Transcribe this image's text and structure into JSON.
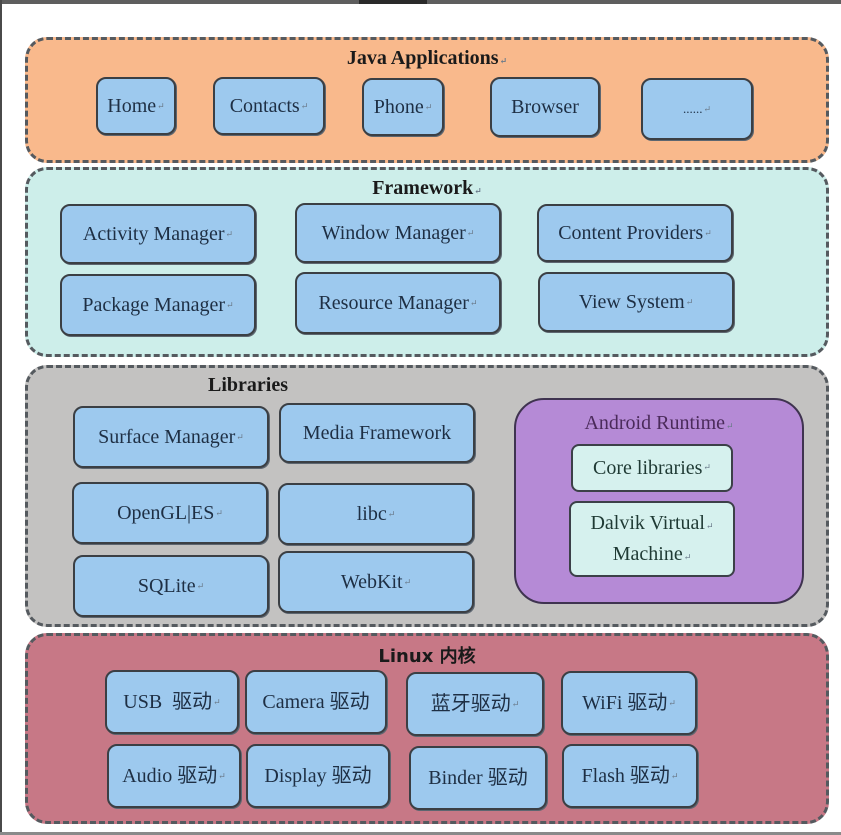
{
  "diagram": {
    "title": "Android System Architecture",
    "layers": {
      "apps": {
        "title": "Java Applications",
        "items": [
          "Home",
          "Contacts",
          "Phone",
          "Browser",
          "......"
        ]
      },
      "framework": {
        "title": "Framework",
        "items": [
          "Activity Manager",
          "Window Manager",
          "Content Providers",
          "Package Manager",
          "Resource Manager",
          "View System"
        ]
      },
      "libraries": {
        "title": "Libraries",
        "items": [
          "Surface Manager",
          "Media Framework",
          "OpenGL|ES",
          "libc",
          "SQLite",
          "WebKit"
        ],
        "runtime": {
          "title": "Android Runtime",
          "items": [
            "Core libraries",
            "Dalvik Virtual Machine"
          ],
          "dalvik_line1": "Dalvik Virtual",
          "dalvik_line2": "Machine"
        }
      },
      "linux": {
        "title": "Linux 内核",
        "items": [
          "USB  驱动",
          "Camera 驱动",
          "蓝牙驱动",
          "WiFi 驱动",
          "Audio 驱动",
          "Display 驱动",
          "Binder 驱动",
          "Flash 驱动"
        ]
      }
    },
    "paragraph_mark": "↵",
    "colors": {
      "apps_bg": "#f9b98c",
      "framework_bg": "#cdeeea",
      "libraries_bg": "#c3c2c1",
      "runtime_bg": "#b58ad6",
      "linux_bg": "#c77886",
      "component_bg": "#9dc9ee",
      "runtime_component_bg": "#d6f1ee"
    }
  }
}
